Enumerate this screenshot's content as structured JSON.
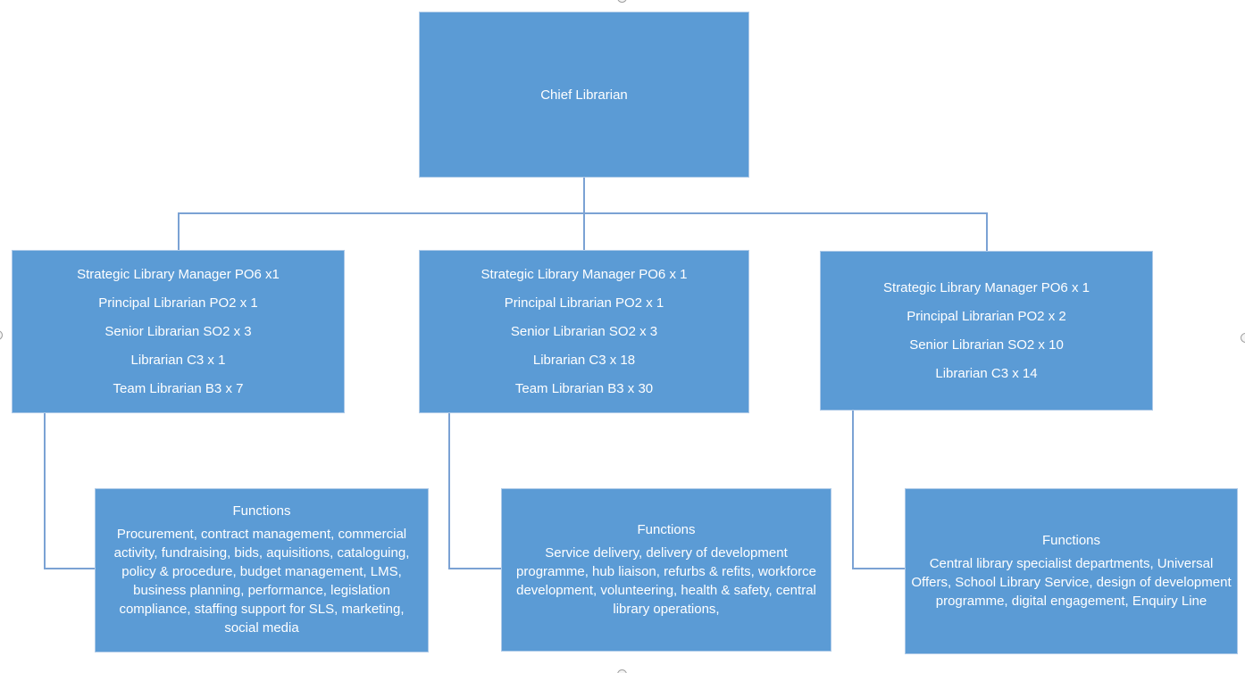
{
  "colors": {
    "canvas_bg": "#FFFFFF",
    "box_fill": "#5B9BD5",
    "box_border": "#AECAE8",
    "connector": "#7BA2D4",
    "text": "#FFFFFF",
    "handle_ring": "#9E9E9E"
  },
  "org_chart": {
    "root": {
      "label": "Chief Librarian"
    },
    "branches": [
      {
        "roles": [
          "Strategic Library Manager PO6 x1",
          "Principal Librarian PO2 x 1",
          "Senior Librarian SO2 x 3",
          "Librarian C3 x 1",
          "Team Librarian B3 x 7"
        ],
        "functions": {
          "title": "Functions",
          "body": "Procurement, contract management, commercial activity, fundraising, bids, aquisitions, cataloguing, policy & procedure, budget management, LMS, business planning, performance, legislation compliance, staffing support for SLS, marketing, social media"
        }
      },
      {
        "roles": [
          "Strategic Library Manager PO6 x 1",
          "Principal Librarian PO2 x 1",
          "Senior Librarian SO2 x 3",
          "Librarian C3 x 18",
          "Team Librarian B3 x 30"
        ],
        "functions": {
          "title": "Functions",
          "body": "Service delivery, delivery of development programme, hub liaison, refurbs & refits, workforce development, volunteering, health & safety, central library operations,"
        }
      },
      {
        "roles": [
          "Strategic Library Manager PO6 x 1",
          "Principal Librarian PO2 x 2",
          "Senior Librarian SO2 x 10",
          "Librarian C3 x 14"
        ],
        "functions": {
          "title": "Functions",
          "body": "Central library specialist departments, Universal Offers, School Library Service, design of development programme, digital engagement, Enquiry Line"
        }
      }
    ]
  }
}
